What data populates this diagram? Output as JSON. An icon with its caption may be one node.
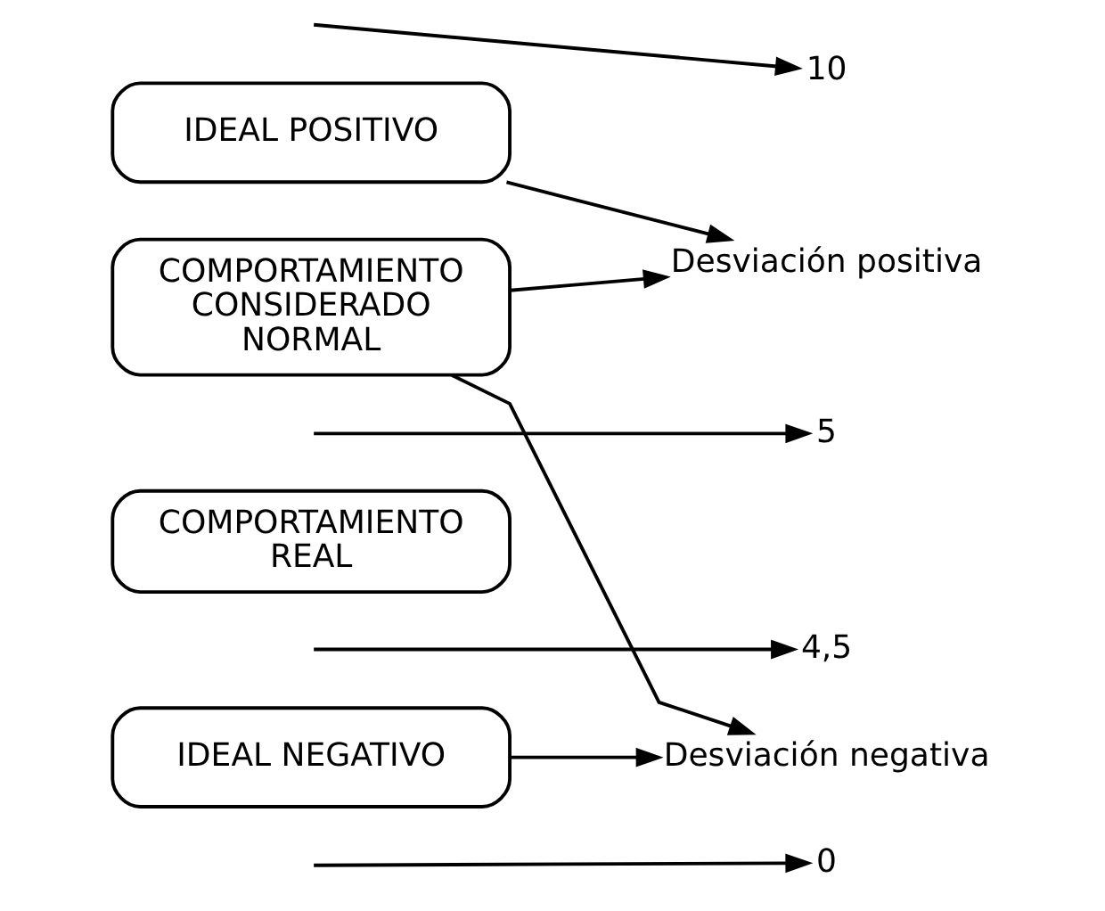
{
  "diagram": {
    "nodes": [
      {
        "text": [
          "IDEAL POSITIVO"
        ]
      },
      {
        "text": [
          "COMPORTAMIENTO CONSIDERADO NORMAL"
        ]
      },
      {
        "text": [
          "COMPORTAMIENTO REAL"
        ]
      },
      {
        "text": [
          "IDEAL NEGATIVO"
        ]
      },
      {
        "text": [
          "10"
        ]
      },
      {
        "text": [
          "Desviación positiva"
        ]
      },
      {
        "text": [
          "5"
        ]
      },
      {
        "text": [
          "4,5"
        ]
      },
      {
        "text": [
          "Desviación negativa"
        ]
      },
      {
        "text": [
          "0"
        ]
      }
    ],
    "edges": [
      {
        "from": null,
        "to": 4,
        "arrow": "to"
      },
      {
        "from": 0,
        "to": 5,
        "arrow": "to"
      },
      {
        "from": 1,
        "to": 5,
        "arrow": "to"
      },
      {
        "from": null,
        "to": 6,
        "arrow": "to"
      },
      {
        "from": null,
        "to": 7,
        "arrow": "to"
      },
      {
        "from": 1,
        "to": 8,
        "arrow": "to"
      },
      {
        "from": 3,
        "to": 8,
        "arrow": "to"
      },
      {
        "from": null,
        "to": 9,
        "arrow": "to"
      }
    ]
  }
}
